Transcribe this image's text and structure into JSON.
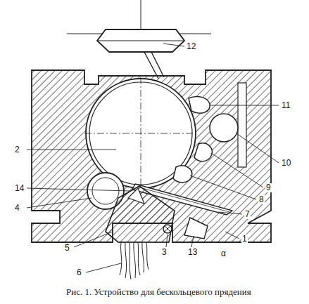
{
  "diagram": {
    "caption": "Рис. 1. Устройство для бескольцевого прядения",
    "labels": [
      "12",
      "11",
      "2",
      "10",
      "9",
      "14",
      "8",
      "4",
      "7",
      "1",
      "5",
      "3",
      "13",
      "α",
      "6"
    ]
  }
}
